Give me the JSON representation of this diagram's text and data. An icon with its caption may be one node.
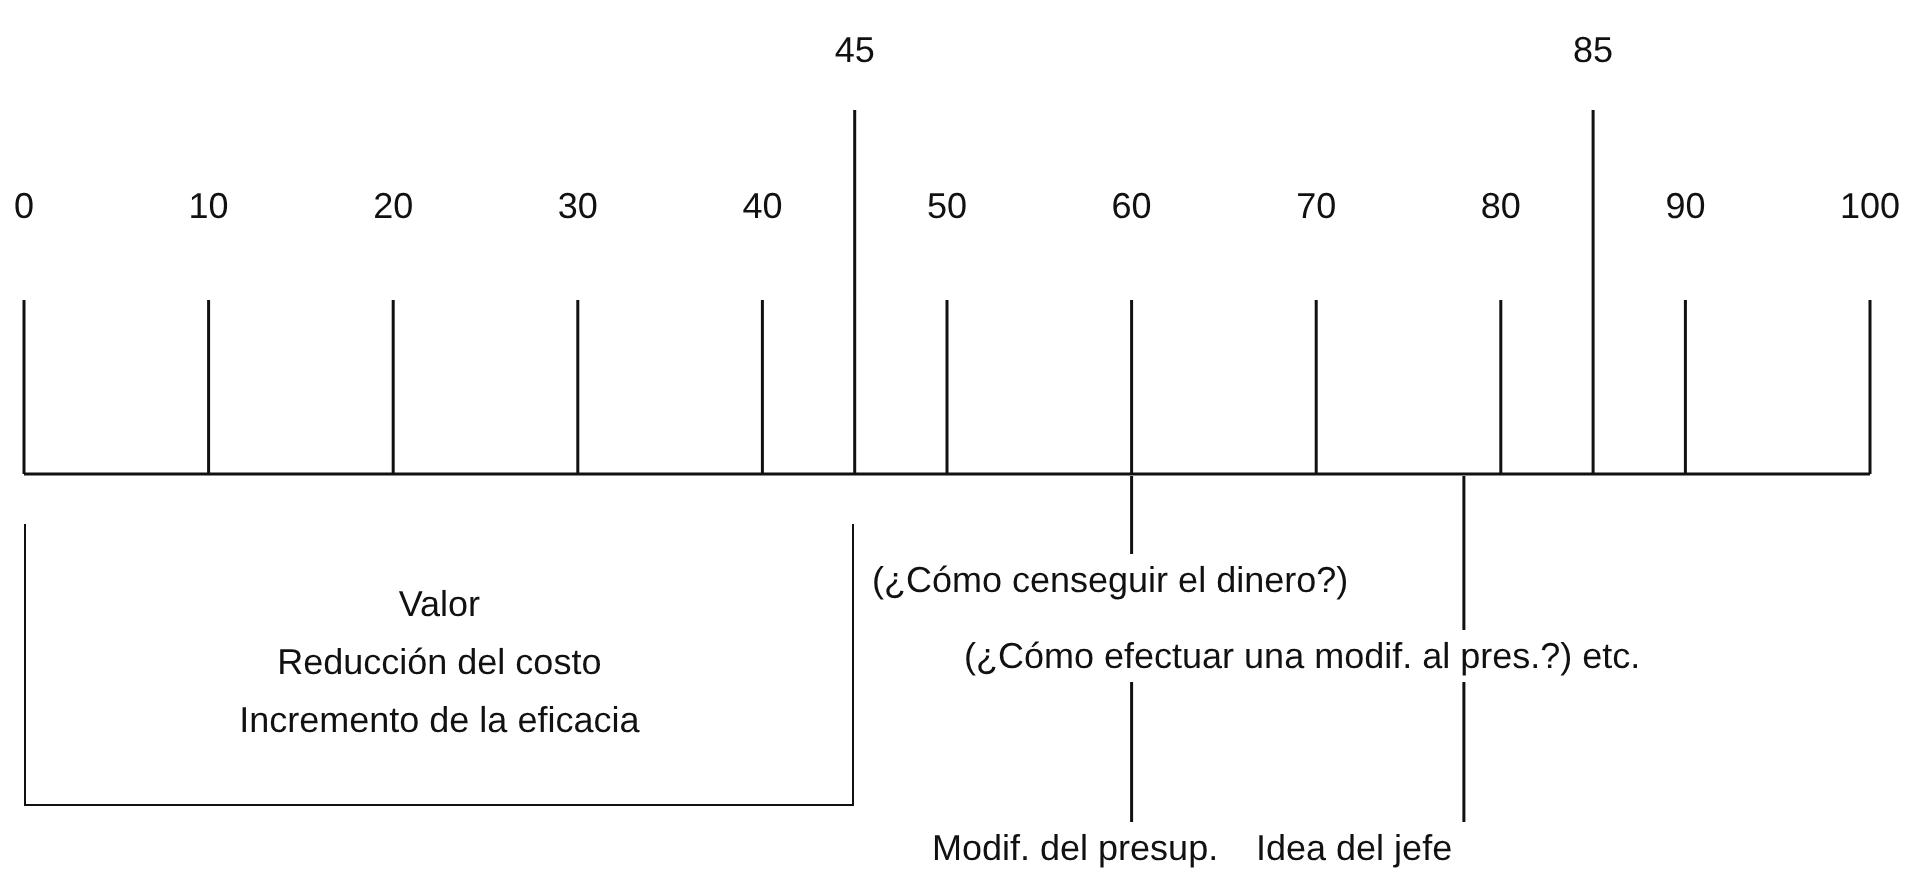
{
  "diagram": {
    "nodes": [
      {
        "text": [],
        "shape": "bar"
      },
      {
        "text": [
          "Valor",
          "Reducción del costo",
          "Incremento de la eficacia"
        ]
      },
      {
        "text": [
          "(¿Cómo censeguir el dinero?)"
        ]
      },
      {
        "text": [
          "(¿Cómo efectuar una modif. al pres.?) etc."
        ]
      },
      {
        "text": [
          "Modif. del presup."
        ]
      },
      {
        "text": [
          "Idea del jefe"
        ]
      }
    ],
    "edges": [
      {
        "from": 0,
        "to": 2,
        "arrow": "none"
      },
      {
        "from": 0,
        "to": 3,
        "arrow": "none"
      },
      {
        "from": 3,
        "to": 4,
        "arrow": "none"
      },
      {
        "from": 3,
        "to": 5,
        "arrow": "none"
      }
    ],
    "labels": [
      "45",
      "85",
      "0",
      "10",
      "20",
      "30",
      "40",
      "50",
      "60",
      "70",
      "80",
      "90",
      "100"
    ]
  }
}
